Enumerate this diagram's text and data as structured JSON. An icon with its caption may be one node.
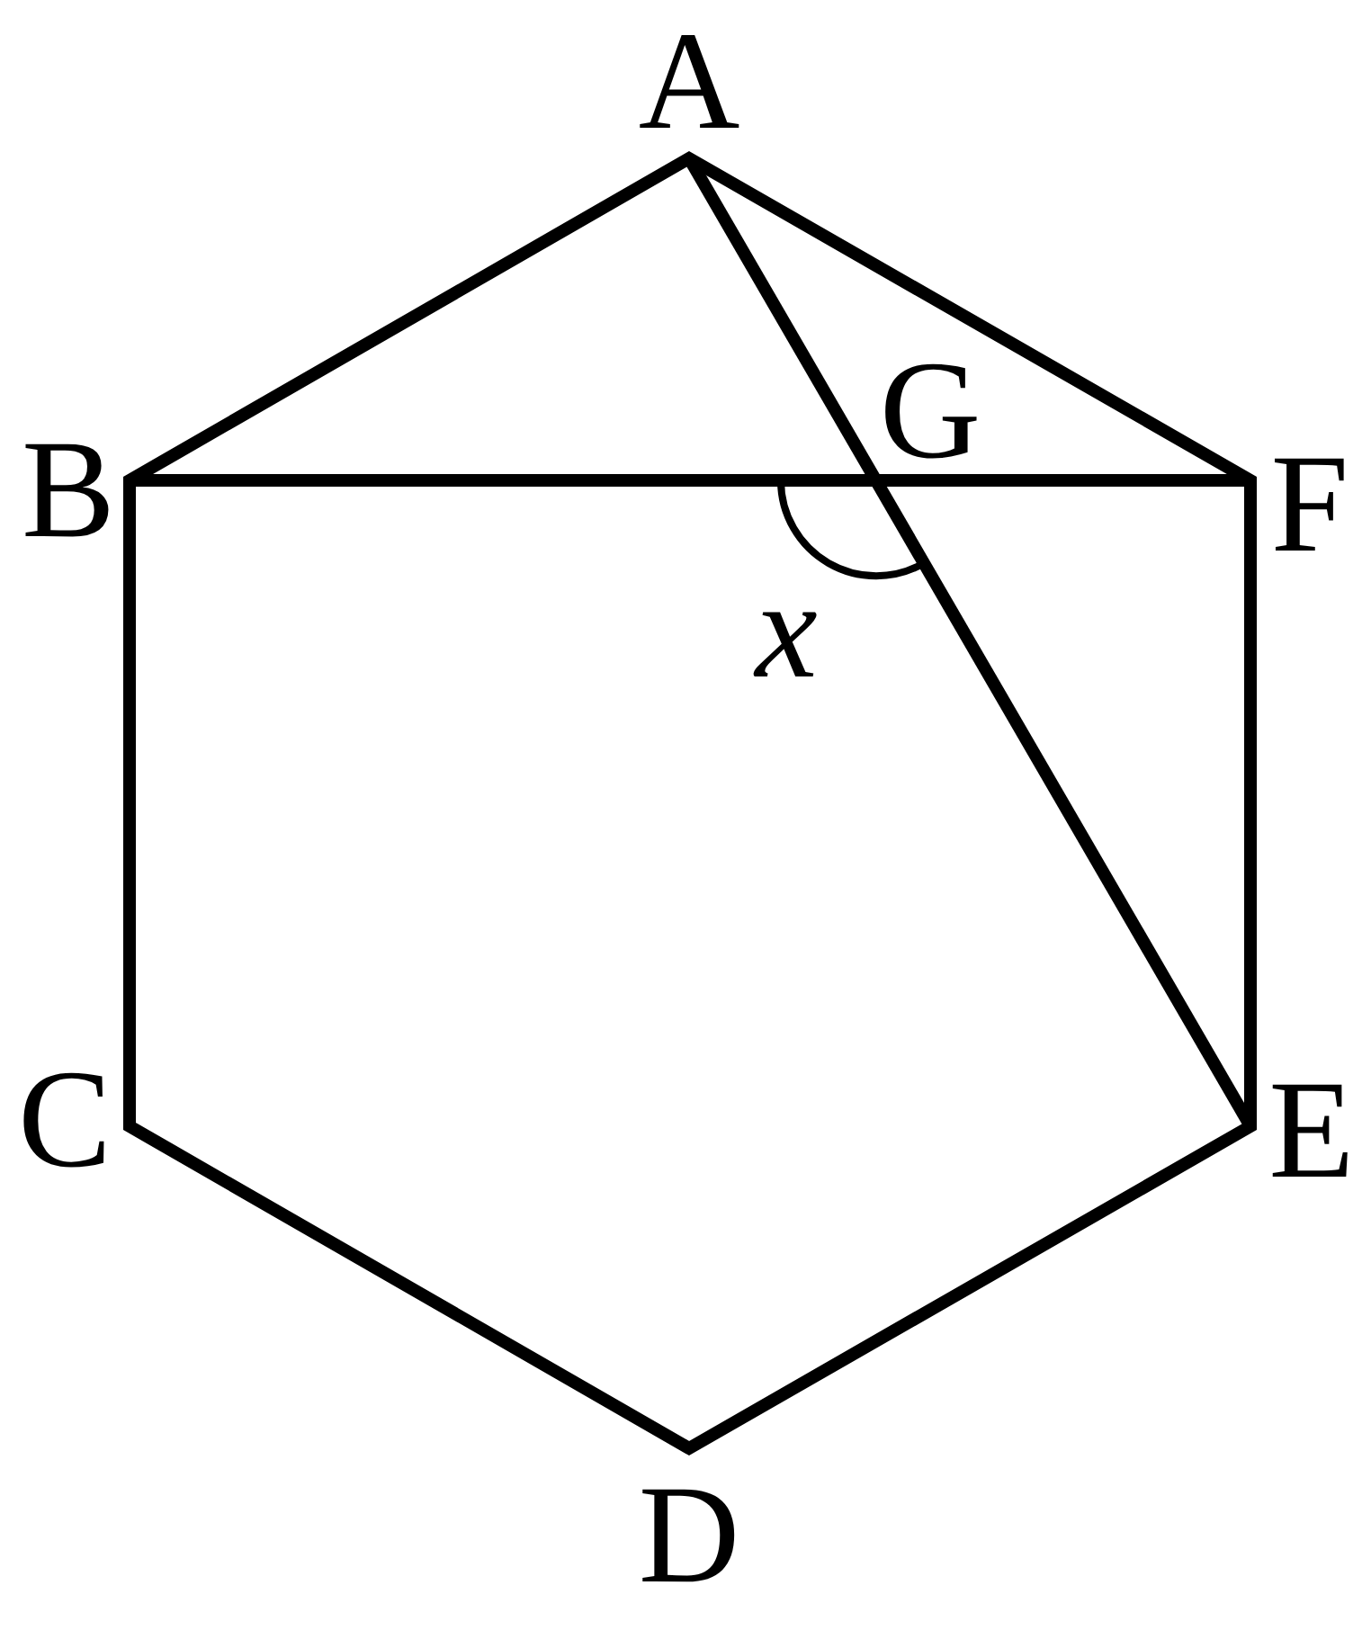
{
  "diagram": {
    "labels": [
      "A",
      "G",
      "B",
      "F",
      "x",
      "C",
      "E",
      "D"
    ]
  }
}
